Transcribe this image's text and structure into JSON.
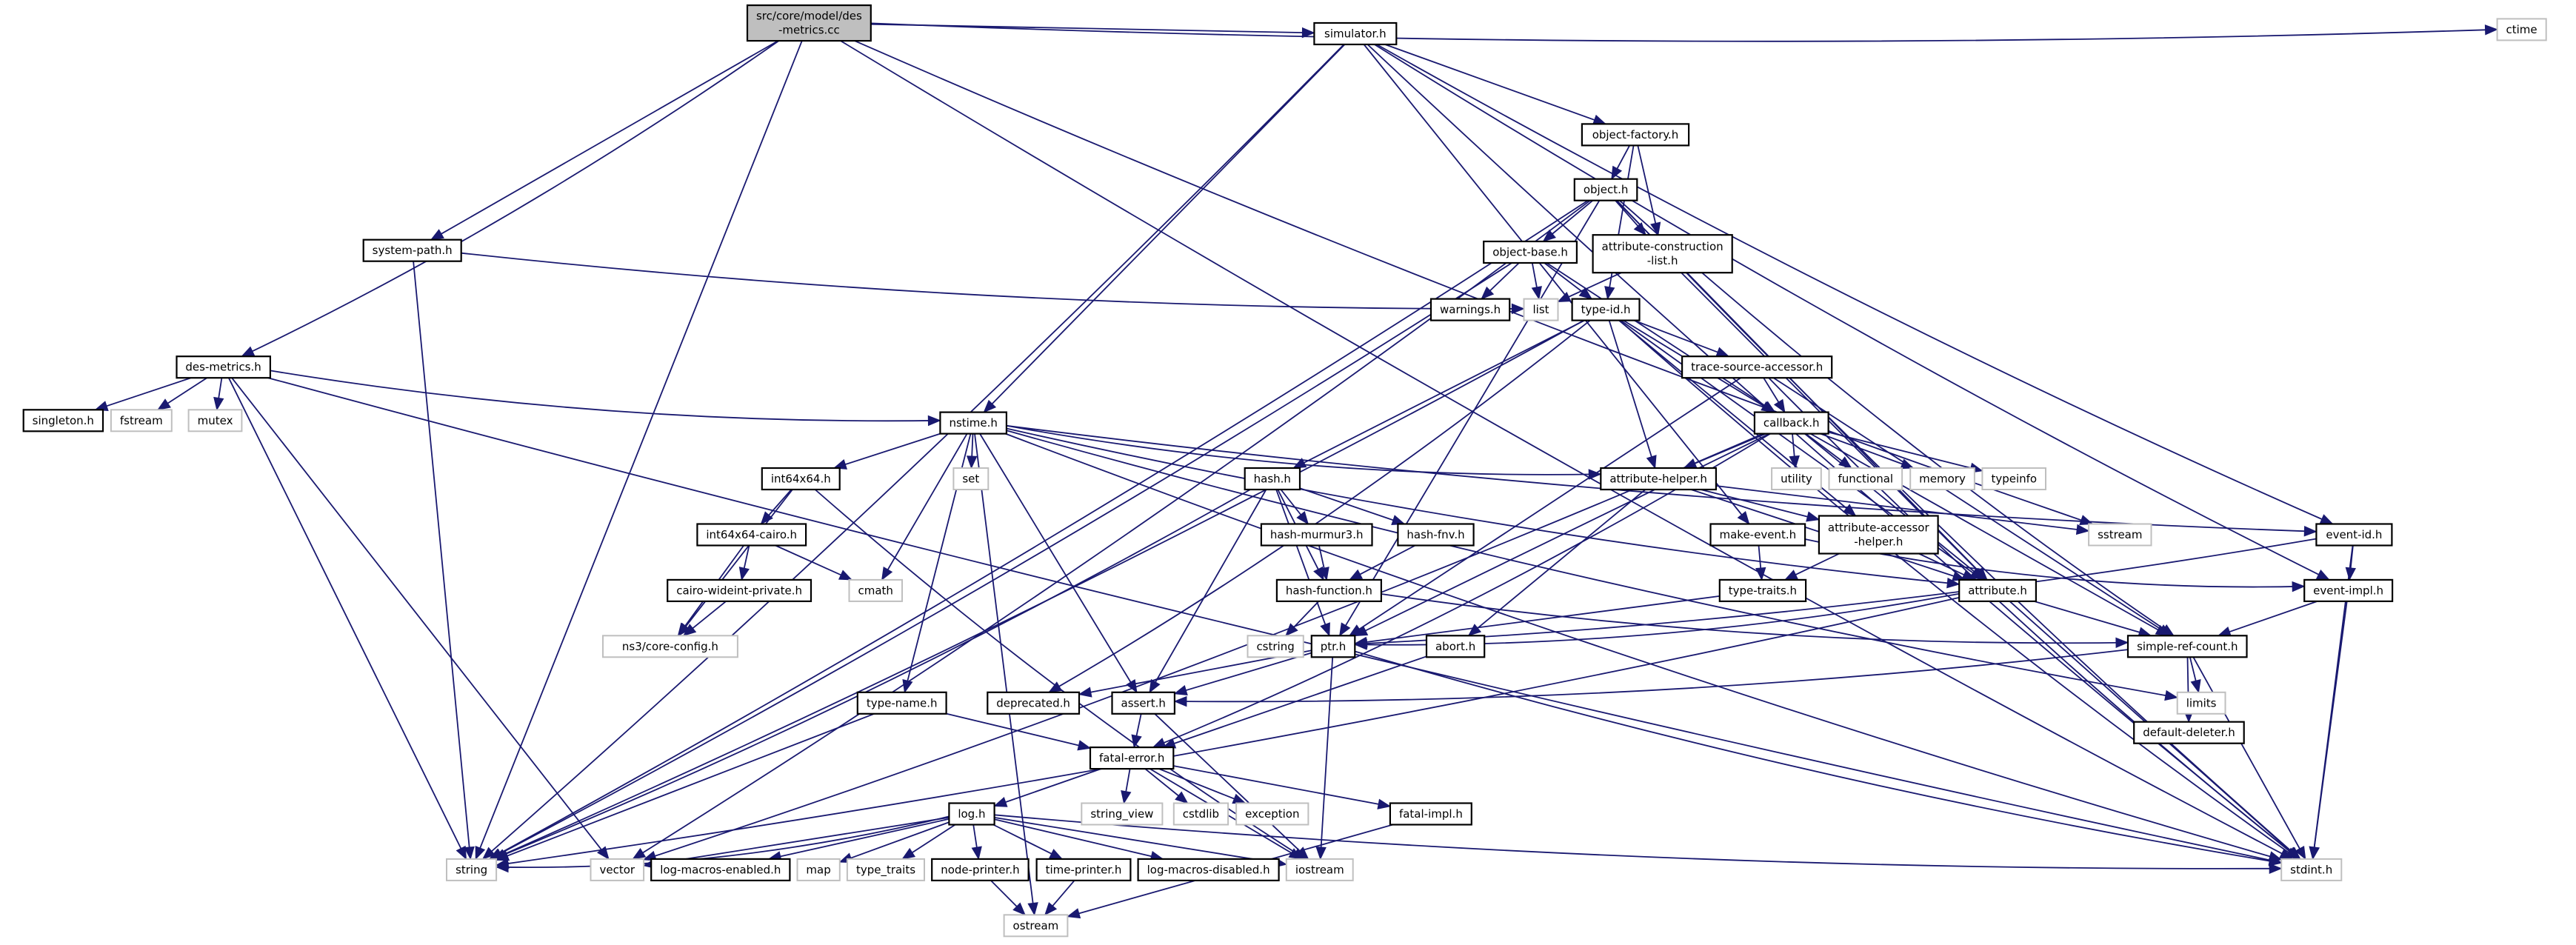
{
  "title": "Include dependency graph for des-metrics.cc",
  "colors": {
    "edge": "#191970",
    "root_fill": "#bfbfbf",
    "system_border": "#bfbfbf",
    "user_border": "#000000"
  },
  "nodes": [
    {
      "id": "root",
      "lines": [
        "src/core/model/des",
        "-metrics.cc"
      ],
      "kind": "root"
    },
    {
      "id": "ctime",
      "lines": [
        "ctime"
      ],
      "kind": "system"
    },
    {
      "id": "simulator",
      "lines": [
        "simulator.h"
      ],
      "kind": "user"
    },
    {
      "id": "object_factory",
      "lines": [
        "object-factory.h"
      ],
      "kind": "user"
    },
    {
      "id": "object",
      "lines": [
        "object.h"
      ],
      "kind": "user"
    },
    {
      "id": "system_path",
      "lines": [
        "system-path.h"
      ],
      "kind": "user"
    },
    {
      "id": "object_base",
      "lines": [
        "object-base.h"
      ],
      "kind": "user"
    },
    {
      "id": "attr_constr_list",
      "lines": [
        "attribute-construction",
        "-list.h"
      ],
      "kind": "user"
    },
    {
      "id": "warnings",
      "lines": [
        "warnings.h"
      ],
      "kind": "user"
    },
    {
      "id": "list",
      "lines": [
        "list"
      ],
      "kind": "system"
    },
    {
      "id": "type_id",
      "lines": [
        "type-id.h"
      ],
      "kind": "user"
    },
    {
      "id": "des_metrics",
      "lines": [
        "des-metrics.h"
      ],
      "kind": "user"
    },
    {
      "id": "trace_source_accessor",
      "lines": [
        "trace-source-accessor.h"
      ],
      "kind": "user"
    },
    {
      "id": "singleton",
      "lines": [
        "singleton.h"
      ],
      "kind": "user"
    },
    {
      "id": "fstream",
      "lines": [
        "fstream"
      ],
      "kind": "system"
    },
    {
      "id": "mutex",
      "lines": [
        "mutex"
      ],
      "kind": "system"
    },
    {
      "id": "nstime",
      "lines": [
        "nstime.h"
      ],
      "kind": "user"
    },
    {
      "id": "callback",
      "lines": [
        "callback.h"
      ],
      "kind": "user"
    },
    {
      "id": "set",
      "lines": [
        "set"
      ],
      "kind": "system"
    },
    {
      "id": "int64x64",
      "lines": [
        "int64x64.h"
      ],
      "kind": "user"
    },
    {
      "id": "hash",
      "lines": [
        "hash.h"
      ],
      "kind": "user"
    },
    {
      "id": "attribute_helper",
      "lines": [
        "attribute-helper.h"
      ],
      "kind": "user"
    },
    {
      "id": "utility",
      "lines": [
        "utility"
      ],
      "kind": "system"
    },
    {
      "id": "functional",
      "lines": [
        "functional"
      ],
      "kind": "system"
    },
    {
      "id": "memory",
      "lines": [
        "memory"
      ],
      "kind": "system"
    },
    {
      "id": "typeinfo",
      "lines": [
        "typeinfo"
      ],
      "kind": "system"
    },
    {
      "id": "sstream",
      "lines": [
        "sstream"
      ],
      "kind": "system"
    },
    {
      "id": "event_id",
      "lines": [
        "event-id.h"
      ],
      "kind": "user"
    },
    {
      "id": "hash_murmur3",
      "lines": [
        "hash-murmur3.h"
      ],
      "kind": "user"
    },
    {
      "id": "hash_fnv",
      "lines": [
        "hash-fnv.h"
      ],
      "kind": "user"
    },
    {
      "id": "make_event",
      "lines": [
        "make-event.h"
      ],
      "kind": "user"
    },
    {
      "id": "attr_accessor_helper",
      "lines": [
        "attribute-accessor",
        "-helper.h"
      ],
      "kind": "user"
    },
    {
      "id": "int64x64_cairo",
      "lines": [
        "int64x64-cairo.h"
      ],
      "kind": "user"
    },
    {
      "id": "cmath",
      "lines": [
        "cmath"
      ],
      "kind": "system"
    },
    {
      "id": "cairo_wideint",
      "lines": [
        "cairo-wideint-private.h"
      ],
      "kind": "user"
    },
    {
      "id": "hash_function",
      "lines": [
        "hash-function.h"
      ],
      "kind": "user"
    },
    {
      "id": "type_traits_h",
      "lines": [
        "type-traits.h"
      ],
      "kind": "user"
    },
    {
      "id": "attribute",
      "lines": [
        "attribute.h"
      ],
      "kind": "user"
    },
    {
      "id": "event_impl",
      "lines": [
        "event-impl.h"
      ],
      "kind": "user"
    },
    {
      "id": "core_config",
      "lines": [
        "ns3/core-config.h"
      ],
      "kind": "system"
    },
    {
      "id": "cstring",
      "lines": [
        "cstring"
      ],
      "kind": "system"
    },
    {
      "id": "ptr",
      "lines": [
        "ptr.h"
      ],
      "kind": "user"
    },
    {
      "id": "abort",
      "lines": [
        "abort.h"
      ],
      "kind": "user"
    },
    {
      "id": "simple_ref_count",
      "lines": [
        "simple-ref-count.h"
      ],
      "kind": "user"
    },
    {
      "id": "limits",
      "lines": [
        "limits"
      ],
      "kind": "system"
    },
    {
      "id": "type_name",
      "lines": [
        "type-name.h"
      ],
      "kind": "user"
    },
    {
      "id": "deprecated",
      "lines": [
        "deprecated.h"
      ],
      "kind": "user"
    },
    {
      "id": "assert",
      "lines": [
        "assert.h"
      ],
      "kind": "user"
    },
    {
      "id": "default_deleter",
      "lines": [
        "default-deleter.h"
      ],
      "kind": "user"
    },
    {
      "id": "fatal_error",
      "lines": [
        "fatal-error.h"
      ],
      "kind": "user"
    },
    {
      "id": "log",
      "lines": [
        "log.h"
      ],
      "kind": "user"
    },
    {
      "id": "string_view",
      "lines": [
        "string_view"
      ],
      "kind": "system"
    },
    {
      "id": "cstdlib",
      "lines": [
        "cstdlib"
      ],
      "kind": "system"
    },
    {
      "id": "exception",
      "lines": [
        "exception"
      ],
      "kind": "system"
    },
    {
      "id": "fatal_impl",
      "lines": [
        "fatal-impl.h"
      ],
      "kind": "user"
    },
    {
      "id": "string",
      "lines": [
        "string"
      ],
      "kind": "system"
    },
    {
      "id": "vector",
      "lines": [
        "vector"
      ],
      "kind": "system"
    },
    {
      "id": "log_macros_enabled",
      "lines": [
        "log-macros-enabled.h"
      ],
      "kind": "user"
    },
    {
      "id": "map",
      "lines": [
        "map"
      ],
      "kind": "system"
    },
    {
      "id": "type_traits",
      "lines": [
        "type_traits"
      ],
      "kind": "system"
    },
    {
      "id": "node_printer",
      "lines": [
        "node-printer.h"
      ],
      "kind": "user"
    },
    {
      "id": "time_printer",
      "lines": [
        "time-printer.h"
      ],
      "kind": "user"
    },
    {
      "id": "log_macros_disabled",
      "lines": [
        "log-macros-disabled.h"
      ],
      "kind": "user"
    },
    {
      "id": "iostream",
      "lines": [
        "iostream"
      ],
      "kind": "system"
    },
    {
      "id": "stdint",
      "lines": [
        "stdint.h"
      ],
      "kind": "system"
    },
    {
      "id": "ostream",
      "lines": [
        "ostream"
      ],
      "kind": "system"
    }
  ],
  "edges": [
    [
      "root",
      "des_metrics"
    ],
    [
      "root",
      "simulator"
    ],
    [
      "root",
      "system_path"
    ],
    [
      "root",
      "ctime"
    ],
    [
      "root",
      "string"
    ],
    [
      "root",
      "sstream"
    ],
    [
      "root",
      "stdint"
    ],
    [
      "simulator",
      "object_factory"
    ],
    [
      "simulator",
      "event_id"
    ],
    [
      "simulator",
      "event_impl"
    ],
    [
      "simulator",
      "nstime"
    ],
    [
      "simulator",
      "string"
    ],
    [
      "simulator",
      "make_event"
    ],
    [
      "simulator",
      "stdint"
    ],
    [
      "object_factory",
      "object"
    ],
    [
      "object_factory",
      "attr_constr_list"
    ],
    [
      "object_factory",
      "type_id"
    ],
    [
      "object",
      "object_base"
    ],
    [
      "object",
      "attr_constr_list"
    ],
    [
      "object",
      "ptr"
    ],
    [
      "object",
      "attribute"
    ],
    [
      "object",
      "simple_ref_count"
    ],
    [
      "object",
      "string"
    ],
    [
      "object",
      "vector"
    ],
    [
      "object",
      "stdint"
    ],
    [
      "system_path",
      "list"
    ],
    [
      "system_path",
      "string"
    ],
    [
      "object_base",
      "warnings"
    ],
    [
      "object_base",
      "list"
    ],
    [
      "object_base",
      "type_id"
    ],
    [
      "object_base",
      "callback"
    ],
    [
      "object_base",
      "string"
    ],
    [
      "attr_constr_list",
      "list"
    ],
    [
      "attr_constr_list",
      "attribute"
    ],
    [
      "type_id",
      "trace_source_accessor"
    ],
    [
      "type_id",
      "callback"
    ],
    [
      "type_id",
      "attribute_helper"
    ],
    [
      "type_id",
      "attribute"
    ],
    [
      "type_id",
      "hash"
    ],
    [
      "type_id",
      "deprecated"
    ],
    [
      "type_id",
      "string"
    ],
    [
      "type_id",
      "stdint"
    ],
    [
      "type_id",
      "attr_accessor_helper"
    ],
    [
      "des_metrics",
      "singleton"
    ],
    [
      "des_metrics",
      "fstream"
    ],
    [
      "des_metrics",
      "mutex"
    ],
    [
      "des_metrics",
      "nstime"
    ],
    [
      "des_metrics",
      "string"
    ],
    [
      "des_metrics",
      "vector"
    ],
    [
      "des_metrics",
      "stdint"
    ],
    [
      "trace_source_accessor",
      "callback"
    ],
    [
      "trace_source_accessor",
      "ptr"
    ],
    [
      "trace_source_accessor",
      "simple_ref_count"
    ],
    [
      "trace_source_accessor",
      "stdint"
    ],
    [
      "nstime",
      "int64x64"
    ],
    [
      "nstime",
      "set"
    ],
    [
      "nstime",
      "cmath"
    ],
    [
      "nstime",
      "type_name"
    ],
    [
      "nstime",
      "assert"
    ],
    [
      "nstime",
      "attribute"
    ],
    [
      "nstime",
      "attribute_helper"
    ],
    [
      "nstime",
      "event_id"
    ],
    [
      "nstime",
      "limits"
    ],
    [
      "nstime",
      "ostream"
    ],
    [
      "nstime",
      "stdint"
    ],
    [
      "callback",
      "utility"
    ],
    [
      "callback",
      "functional"
    ],
    [
      "callback",
      "memory"
    ],
    [
      "callback",
      "typeinfo"
    ],
    [
      "callback",
      "attribute"
    ],
    [
      "callback",
      "attribute_helper"
    ],
    [
      "callback",
      "ptr"
    ],
    [
      "callback",
      "simple_ref_count"
    ],
    [
      "callback",
      "fatal_error"
    ],
    [
      "callback",
      "vector"
    ],
    [
      "int64x64",
      "int64x64_cairo"
    ],
    [
      "int64x64",
      "core_config"
    ],
    [
      "int64x64",
      "iostream"
    ],
    [
      "int64x64_cairo",
      "cairo_wideint"
    ],
    [
      "int64x64_cairo",
      "cmath"
    ],
    [
      "int64x64_cairo",
      "core_config"
    ],
    [
      "cairo_wideint",
      "core_config"
    ],
    [
      "hash",
      "hash_murmur3"
    ],
    [
      "hash",
      "hash_fnv"
    ],
    [
      "hash",
      "hash_function"
    ],
    [
      "hash",
      "ptr"
    ],
    [
      "hash",
      "assert"
    ],
    [
      "hash",
      "string"
    ],
    [
      "hash_murmur3",
      "hash_function"
    ],
    [
      "hash_fnv",
      "hash_function"
    ],
    [
      "hash_function",
      "cstring"
    ],
    [
      "hash_function",
      "simple_ref_count"
    ],
    [
      "attribute_helper",
      "attr_accessor_helper"
    ],
    [
      "attribute_helper",
      "abort"
    ],
    [
      "attribute_helper",
      "sstream"
    ],
    [
      "attribute_helper",
      "attribute"
    ],
    [
      "make_event",
      "type_traits_h"
    ],
    [
      "make_event",
      "event_impl"
    ],
    [
      "attr_accessor_helper",
      "type_traits_h"
    ],
    [
      "attr_accessor_helper",
      "attribute"
    ],
    [
      "type_traits_h",
      "ptr"
    ],
    [
      "attribute",
      "ptr"
    ],
    [
      "attribute",
      "simple_ref_count"
    ],
    [
      "attribute",
      "string"
    ],
    [
      "attribute",
      "stdint"
    ],
    [
      "event_id",
      "event_impl"
    ],
    [
      "event_id",
      "ptr"
    ],
    [
      "event_id",
      "stdint"
    ],
    [
      "event_impl",
      "simple_ref_count"
    ],
    [
      "event_impl",
      "stdint"
    ],
    [
      "ptr",
      "assert"
    ],
    [
      "ptr",
      "deprecated"
    ],
    [
      "ptr",
      "iostream"
    ],
    [
      "ptr",
      "stdint"
    ],
    [
      "abort",
      "fatal_error"
    ],
    [
      "simple_ref_count",
      "default_deleter"
    ],
    [
      "simple_ref_count",
      "assert"
    ],
    [
      "simple_ref_count",
      "limits"
    ],
    [
      "simple_ref_count",
      "stdint"
    ],
    [
      "type_name",
      "fatal_error"
    ],
    [
      "type_name",
      "string"
    ],
    [
      "assert",
      "fatal_error"
    ],
    [
      "assert",
      "iostream"
    ],
    [
      "fatal_error",
      "log"
    ],
    [
      "fatal_error",
      "string_view"
    ],
    [
      "fatal_error",
      "cstdlib"
    ],
    [
      "fatal_error",
      "exception"
    ],
    [
      "fatal_error",
      "fatal_impl"
    ],
    [
      "fatal_error",
      "iostream"
    ],
    [
      "fatal_impl",
      "ostream"
    ],
    [
      "log",
      "string"
    ],
    [
      "log",
      "vector"
    ],
    [
      "log",
      "log_macros_enabled"
    ],
    [
      "log",
      "map"
    ],
    [
      "log",
      "type_traits"
    ],
    [
      "log",
      "node_printer"
    ],
    [
      "log",
      "time_printer"
    ],
    [
      "log",
      "log_macros_disabled"
    ],
    [
      "log",
      "iostream"
    ],
    [
      "log",
      "stdint"
    ],
    [
      "node_printer",
      "ostream"
    ],
    [
      "time_printer",
      "ostream"
    ]
  ]
}
